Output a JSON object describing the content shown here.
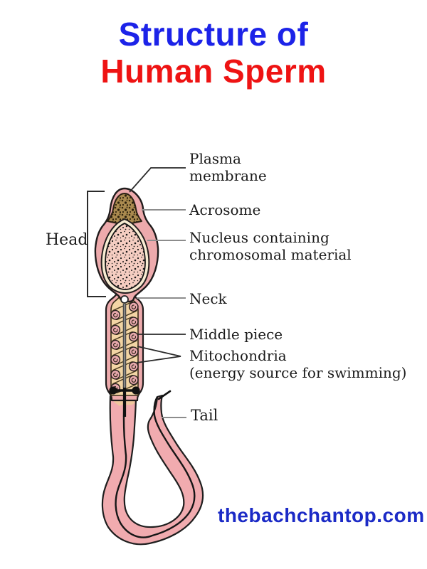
{
  "title": {
    "line1": "Structure of",
    "line2": "Human Sperm"
  },
  "labels": {
    "head": "Head",
    "plasma_membrane_line1": "Plasma",
    "plasma_membrane_line2": "membrane",
    "acrosome": "Acrosome",
    "nucleus_line1": "Nucleus containing",
    "nucleus_line2": "chromosomal material",
    "neck": "Neck",
    "middle_piece": "Middle piece",
    "mitochondria_line1": "Mitochondria",
    "mitochondria_line2": "(energy source for swimming)",
    "tail": "Tail"
  },
  "watermark": {
    "text": "thebachchantop.com"
  },
  "colors": {
    "title_line1": "#1c23e8",
    "title_line2": "#ee1313",
    "watermark": "#1b2ac6",
    "membrane_pink": "#edaaac",
    "tail_pink": "#f1abaf",
    "acrosome_tan": "#aa8a4f",
    "nucleus_fill": "#f5cdc1",
    "nucleus_gap_cream": "#f8ecd2",
    "middle_piece_tan": "#f3d5a5",
    "mitochondria_pink": "#e9a9ad",
    "outline_dark": "#201c1c",
    "label_text": "#1a1a1a"
  }
}
